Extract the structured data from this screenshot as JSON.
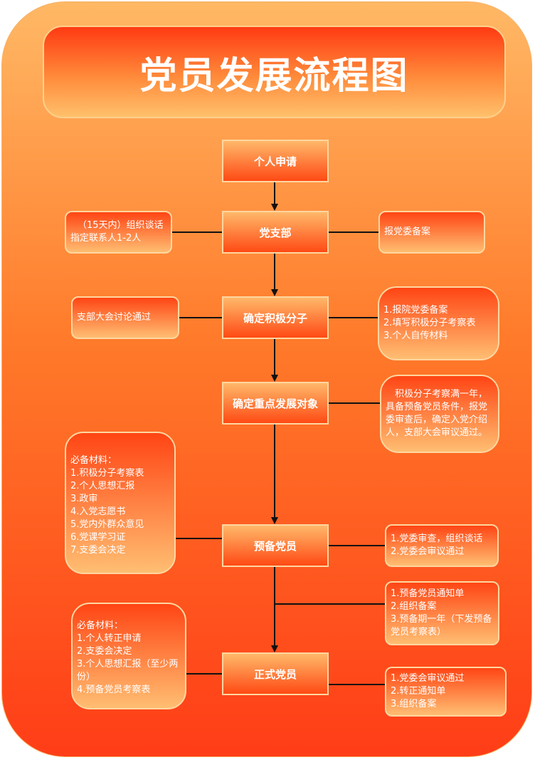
{
  "title": "党员发展流程图",
  "nodes": {
    "apply": "个人申请",
    "branch": "党支部",
    "activist": "确定积极分子",
    "key_target": "确定重点发展对象",
    "probationary": "预备党员",
    "full": "正式党员"
  },
  "notes": {
    "branch_left": [
      "（15天内）组织谈话",
      "指定联系人1-2人"
    ],
    "branch_right": [
      "报党委备案"
    ],
    "activist_left": [
      "支部大会讨论通过"
    ],
    "activist_right": [
      "1.报院党委备案",
      "2.填写积极分子考察表",
      "3.个人自传材料"
    ],
    "key_right": "积极分子考察满一年，具备预备党员条件，报党委审查后，确定入党介绍人，支部大会审议通过。",
    "prob_left": [
      "必备材料：",
      "1.积极分子考察表",
      "2.个人思想汇报",
      "3.政审",
      "4.入党志愿书",
      "5.党内外群众意见",
      "6.党课学习证",
      "7.支委会决定"
    ],
    "prob_right": [
      "1.党委审查，组织谈话",
      "2.党委会审议通过"
    ],
    "mid_right": [
      "1.预备党员通知单",
      "2.组织备案",
      "3.预备期一年（下发预备党员考察表）"
    ],
    "full_left": [
      "必备材料：",
      "1.个人转正申请",
      "2.支委会决定",
      "3.个人思想汇报（至少两份）",
      "4.预备党员考察表"
    ],
    "full_right": [
      "1.党委会审议通过",
      "2.转正通知单",
      "3.组织备案"
    ]
  }
}
